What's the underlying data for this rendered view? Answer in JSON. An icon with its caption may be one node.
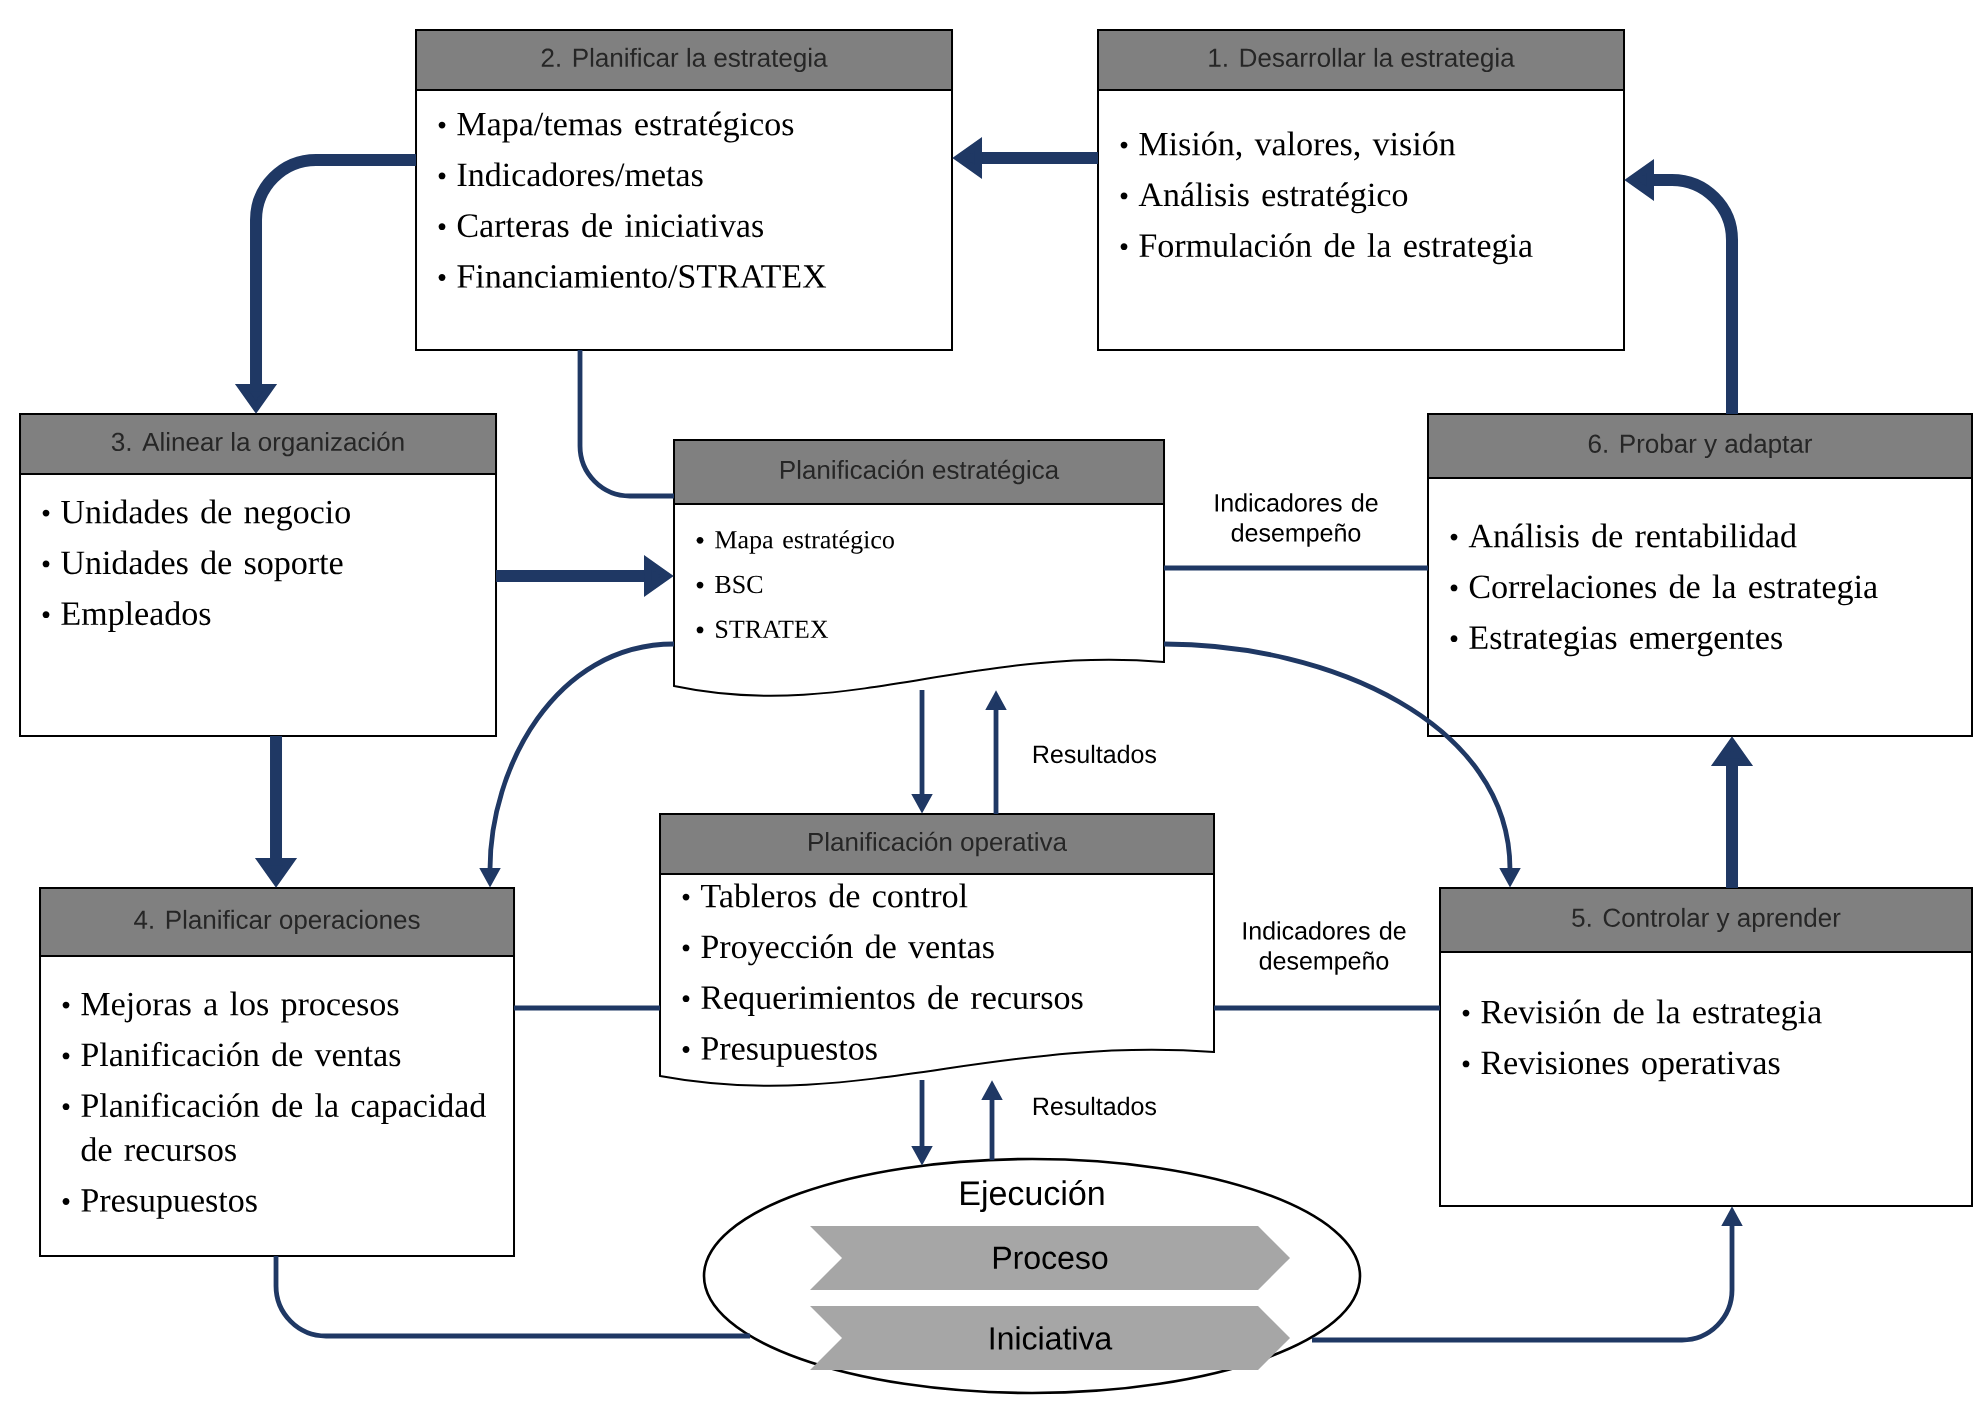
{
  "diagram": {
    "nodes": [
      {
        "text": [
          "2. Planificar la estrategia",
          "Mapa/temas estratégicos",
          "Indicadores/metas",
          "Carteras de iniciativas",
          "Financiamiento/STRATEX"
        ]
      },
      {
        "text": [
          "1. Desarrollar la estrategia",
          "Misión, valores, visión",
          "Análisis estratégico",
          "Formulación de la estrategia"
        ]
      },
      {
        "text": [
          "3. Alinear la organización",
          "Unidades de negocio",
          "Unidades de soporte",
          "Empleados"
        ]
      },
      {
        "text": [
          "Planificación estratégica",
          "Mapa estratégico",
          "BSC",
          "STRATEX"
        ]
      },
      {
        "text": [
          "6. Probar y adaptar",
          "Análisis de rentabilidad",
          "Correlaciones de la estrategia",
          "Estrategias emergentes"
        ]
      },
      {
        "text": [
          "4. Planificar operaciones",
          "Mejoras a los procesos",
          "Planificación de ventas",
          "Planificación de la capacidad de recursos",
          "Presupuestos"
        ]
      },
      {
        "text": [
          "Planificación operativa",
          "Tableros de control",
          "Proyección de ventas",
          "Requerimientos de recursos",
          "Presupuestos"
        ]
      },
      {
        "text": [
          "5. Controlar y aprender",
          "Revisión de la estrategia",
          "Revisiones operativas"
        ]
      },
      {
        "text": [
          "Ejecución"
        ]
      },
      {
        "text": [
          "Proceso"
        ],
        "in": 8
      },
      {
        "text": [
          "Iniciativa"
        ],
        "in": 8
      }
    ],
    "edges": [
      {
        "from": 1,
        "to": 0,
        "arrow": "to",
        "style": "thick"
      },
      {
        "from": 0,
        "to": 2,
        "arrow": "to",
        "style": "thick"
      },
      {
        "from": 0,
        "to": 3,
        "arrow": "none"
      },
      {
        "from": 2,
        "to": 3,
        "arrow": "to",
        "style": "thick"
      },
      {
        "from": 2,
        "to": 5,
        "arrow": "to",
        "style": "thick"
      },
      {
        "from": 3,
        "to": 5,
        "arrow": "to"
      },
      {
        "from": 3,
        "to": 4,
        "arrow": "none",
        "label": "Indicadores de desempeño"
      },
      {
        "from": 3,
        "to": 7,
        "arrow": "to"
      },
      {
        "from": 3,
        "to": 6,
        "arrow": "to"
      },
      {
        "from": 6,
        "to": 3,
        "arrow": "to",
        "label": "Resultados"
      },
      {
        "from": 5,
        "to": 6,
        "arrow": "none"
      },
      {
        "from": 6,
        "to": 7,
        "arrow": "none",
        "label": "Indicadores de desempeño"
      },
      {
        "from": 6,
        "to": 8,
        "arrow": "to"
      },
      {
        "from": 8,
        "to": 6,
        "arrow": "to",
        "label": "Resultados"
      },
      {
        "from": 5,
        "to": 8,
        "arrow": "none"
      },
      {
        "from": 8,
        "to": 7,
        "arrow": "to"
      },
      {
        "from": 7,
        "to": 4,
        "arrow": "to",
        "style": "thick"
      },
      {
        "from": 4,
        "to": 1,
        "arrow": "to",
        "style": "thick"
      }
    ]
  }
}
